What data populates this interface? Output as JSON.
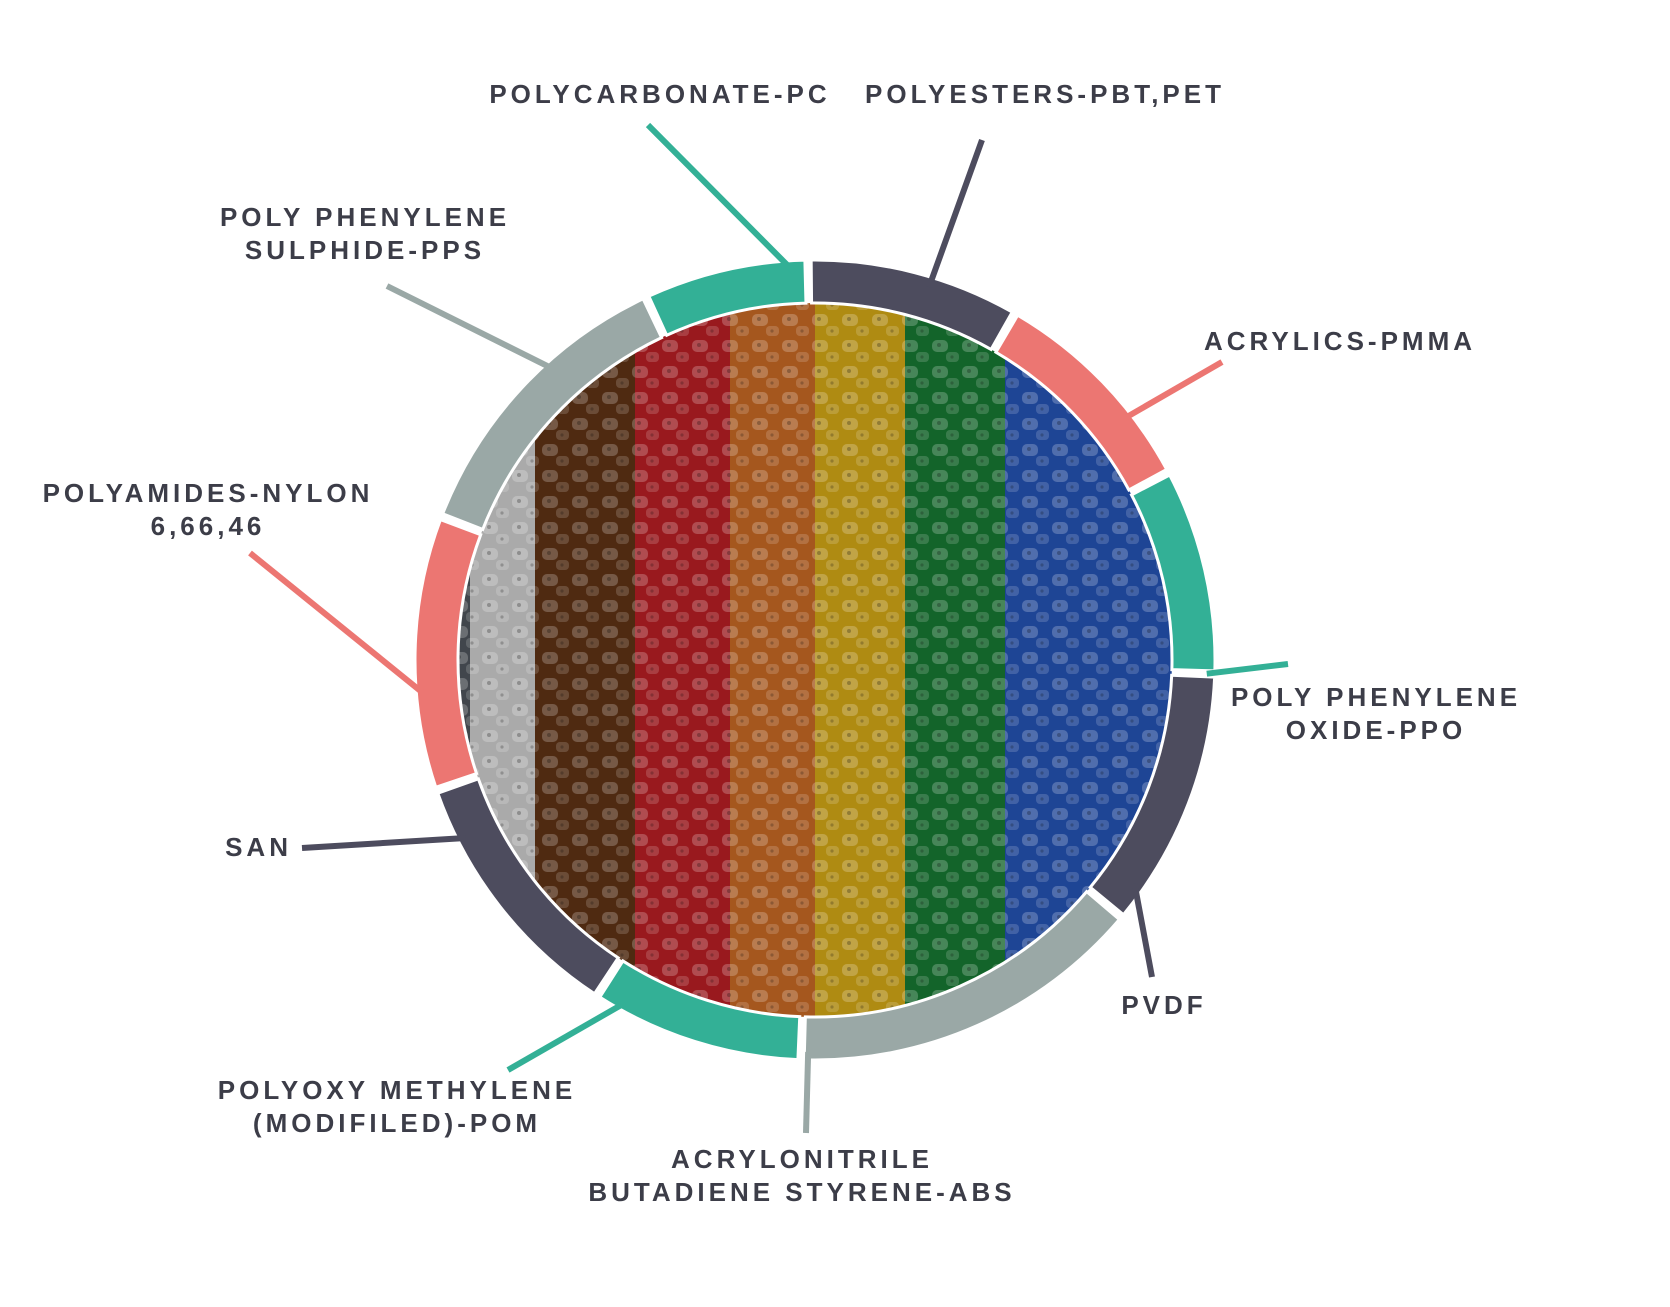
{
  "colors": {
    "teal": "#33b096",
    "slate": "#4d4c5e",
    "coral": "#ec7672",
    "gray": "#9aa8a6",
    "label_text": "#3c3d48"
  },
  "pellets": {
    "stripe_colors": [
      "#5a6169",
      "#ececec",
      "#6d3a18",
      "#d4232a",
      "#e4782a",
      "#f2c019",
      "#1b8a3a",
      "#2a5fcf"
    ]
  },
  "ring": [
    {
      "name": "polycarbonate-pc",
      "color": "teal",
      "line_color": "teal",
      "label_lines": [
        "POLYCARBONATE-PC"
      ],
      "align": "middle"
    },
    {
      "name": "polyesters-pbt-pet",
      "color": "slate",
      "line_color": "slate",
      "label_lines": [
        "POLYESTERS-PBT,PET"
      ],
      "align": "middle"
    },
    {
      "name": "acrylics-pmma",
      "color": "coral",
      "line_color": "coral",
      "label_lines": [
        "ACRYLICS-PMMA"
      ],
      "align": "middle"
    },
    {
      "name": "poly-phenylene-oxide",
      "color": "teal",
      "line_color": "teal",
      "label_lines": [
        "POLY PHENYLENE",
        "OXIDE-PPO"
      ],
      "align": "middle"
    },
    {
      "name": "pvdf",
      "color": "slate",
      "line_color": "slate",
      "label_lines": [
        "PVDF"
      ],
      "align": "middle"
    },
    {
      "name": "abs",
      "color": "gray",
      "line_color": "gray",
      "label_lines": [
        "ACRYLONITRILE",
        "BUTADIENE STYRENE-ABS"
      ],
      "align": "middle"
    },
    {
      "name": "pom",
      "color": "teal",
      "line_color": "teal",
      "label_lines": [
        "POLYOXY METHYLENE",
        "(MODIFILED)-POM"
      ],
      "align": "middle"
    },
    {
      "name": "san",
      "color": "slate",
      "line_color": "slate",
      "label_lines": [
        "SAN"
      ],
      "align": "end"
    },
    {
      "name": "polyamides-nylon",
      "color": "coral",
      "line_color": "coral",
      "label_lines": [
        "POLYAMIDES-NYLON",
        "6,66,46"
      ],
      "align": "middle"
    },
    {
      "name": "pps",
      "color": "gray",
      "line_color": "gray",
      "label_lines": [
        "POLY PHENYLENE",
        "SULPHIDE-PPS"
      ],
      "align": "middle"
    }
  ]
}
